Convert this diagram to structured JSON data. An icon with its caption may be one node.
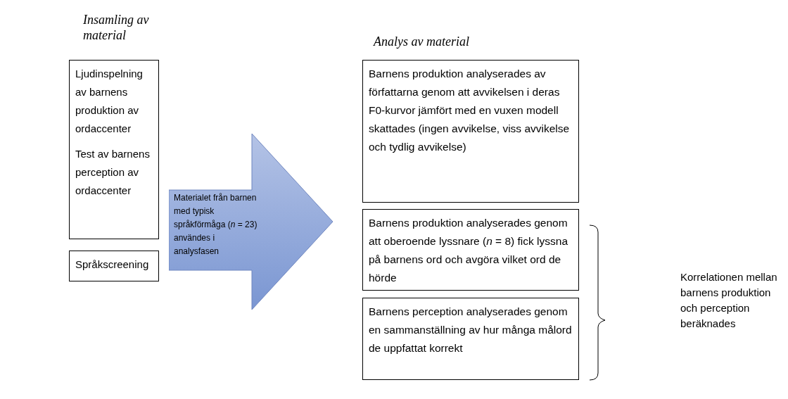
{
  "diagram": {
    "nodes": [
      {
        "text": [
          "Ljudinspelning av barnens produktion av ordaccenter",
          "Test av barnens perception av ordaccenter"
        ]
      },
      {
        "text": [
          "Språkscreening"
        ]
      },
      {
        "text": [
          "Materialet från barnen med typisk språkförmåga (*n* = 23) användes i analysfasen"
        ]
      },
      {
        "text": [
          "Barnens produktion analyserades av författarna genom att avvikelsen i deras F0-kurvor jämfört med en vuxen modell skattades (ingen avvikelse, viss avvikelse och tydlig avvikelse)"
        ]
      },
      {
        "text": [
          "Barnens produktion analyserades genom att oberoende lyssnare (*n* = 8) fick lyssna på barnens ord och avgöra vilket ord de hörde"
        ]
      },
      {
        "text": [
          "Barnens perception analyserades genom en sammanställning av hur många målord de uppfattat korrekt"
        ]
      }
    ],
    "edges": [],
    "labels": [
      "Insamling av material",
      "Analys av material",
      "Korrelationen mellan barnens produktion och perception beräknades"
    ]
  }
}
